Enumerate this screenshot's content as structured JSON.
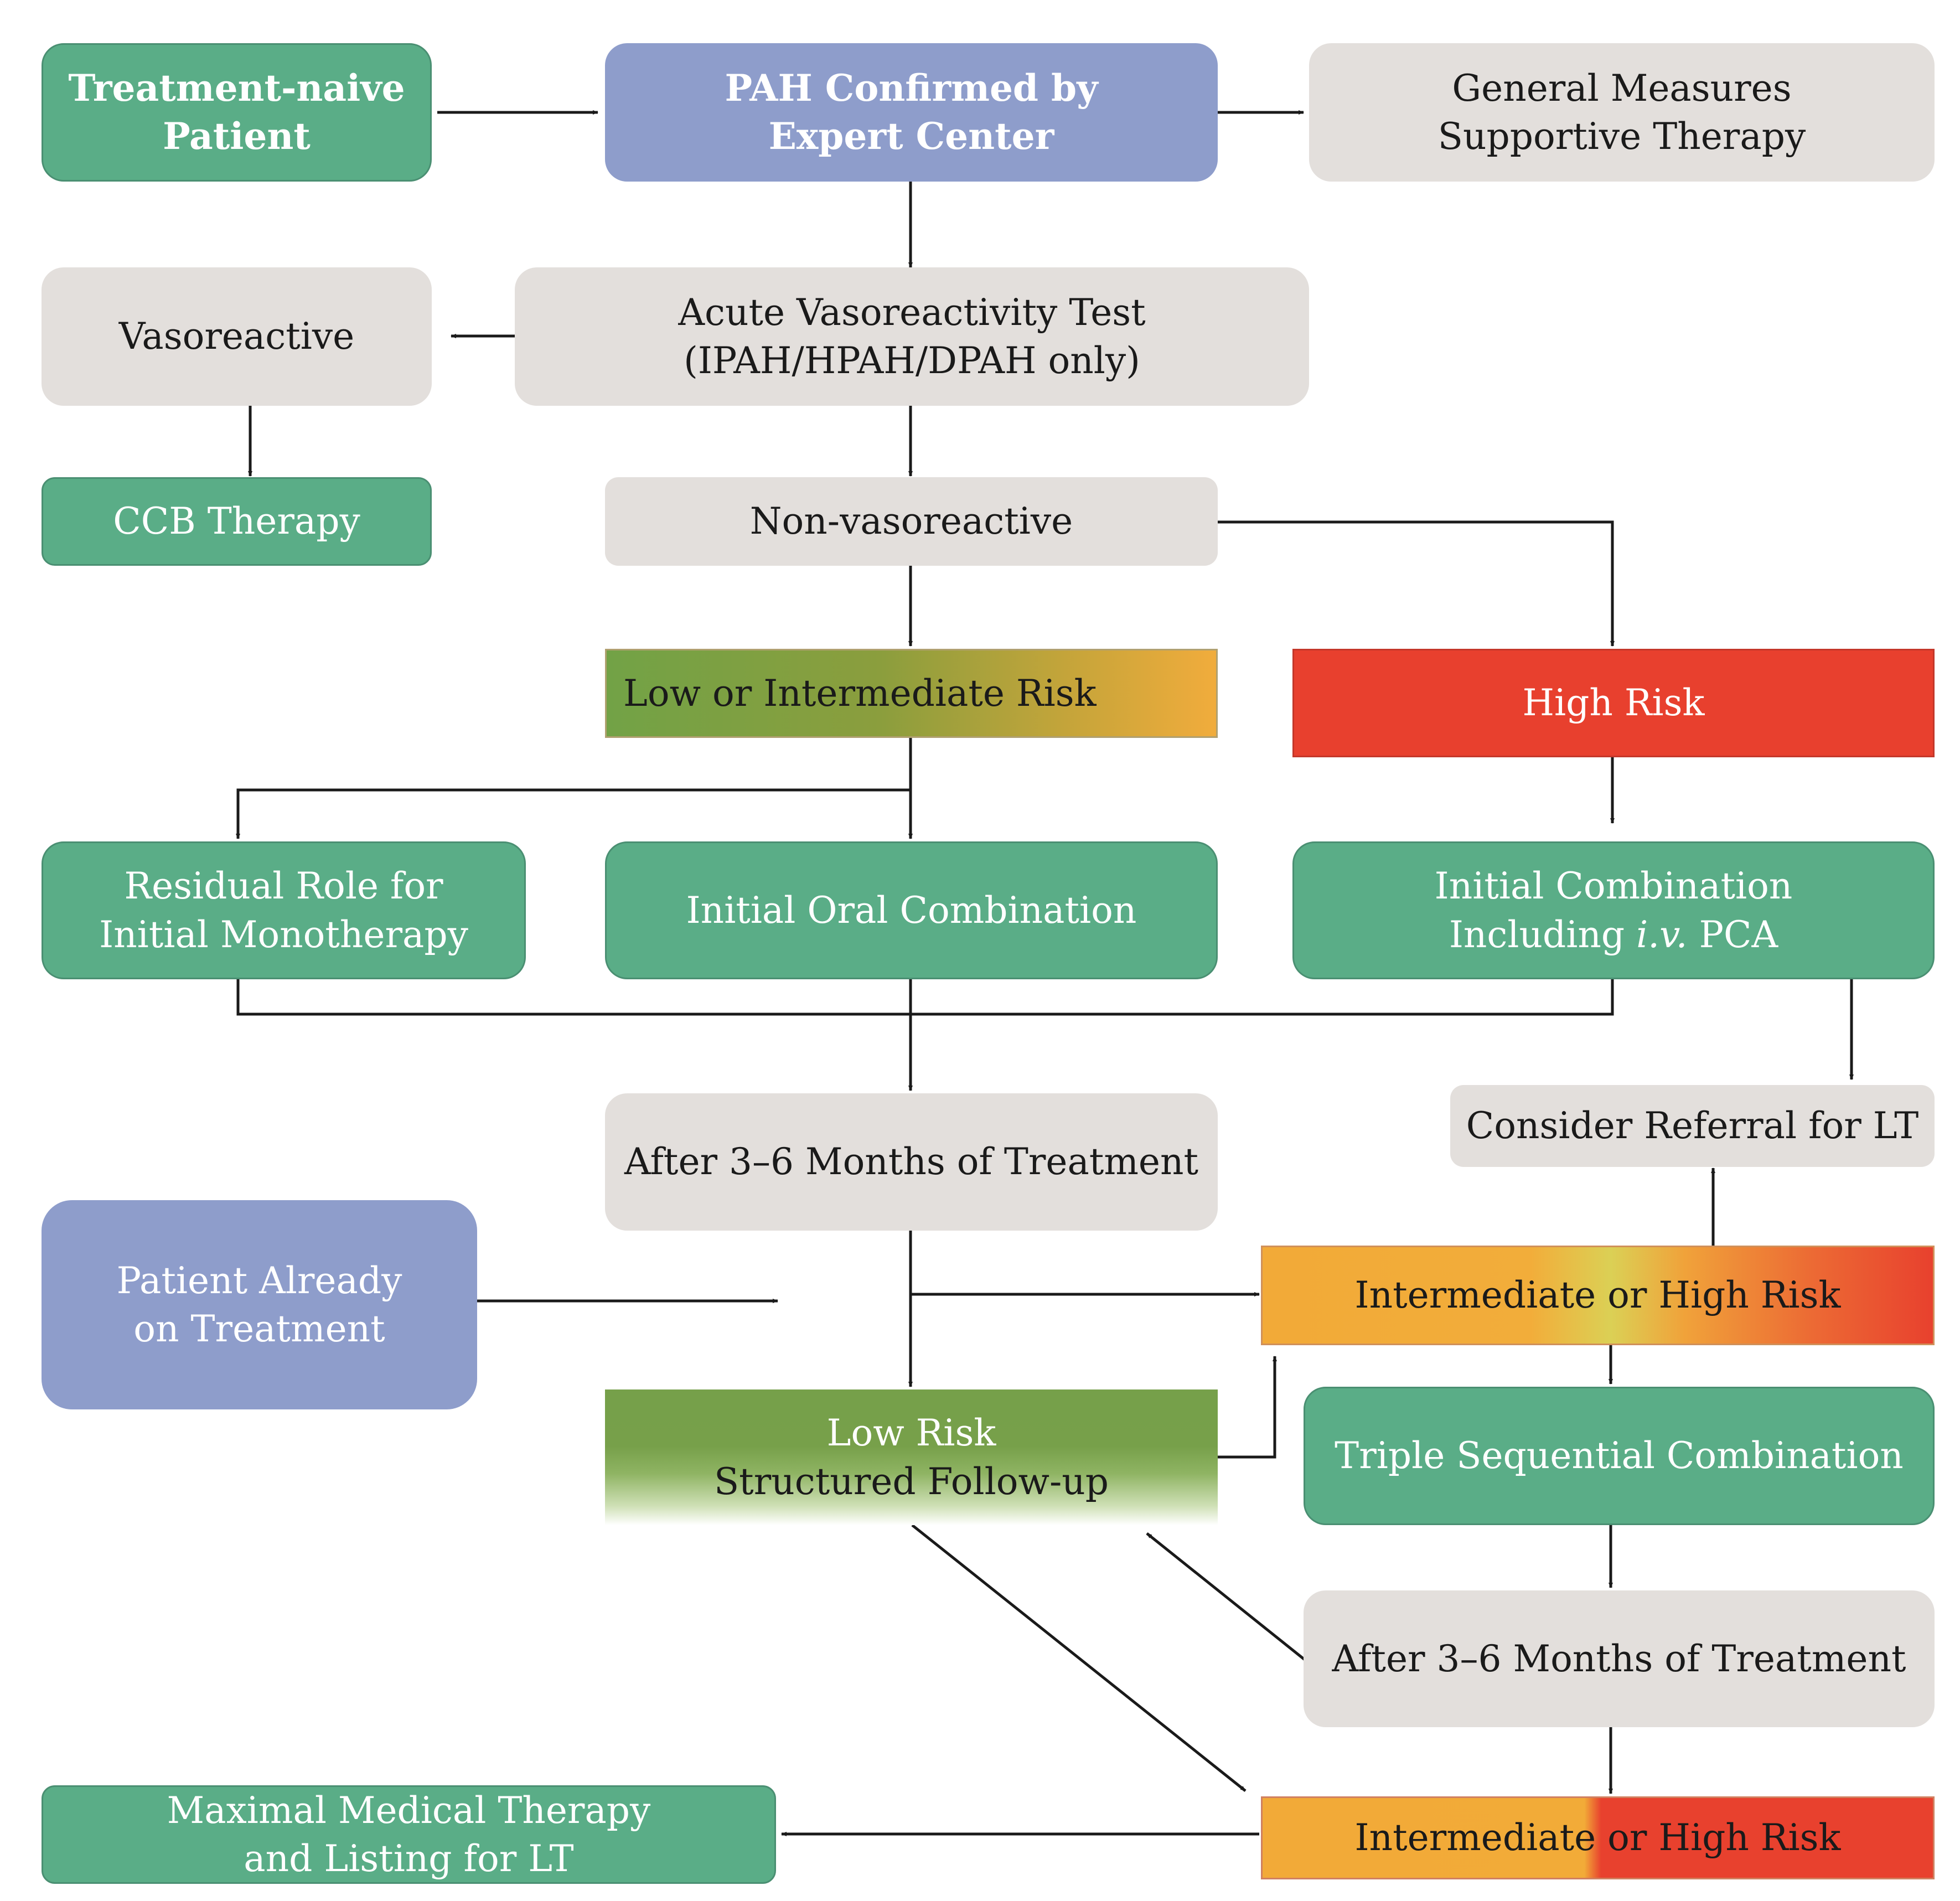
{
  "nodes": {
    "treatment_naive": [
      "Treatment-naive",
      "Patient"
    ],
    "pah_confirmed": [
      "PAH Confirmed by",
      "Expert Center"
    ],
    "general_measures": [
      "General Measures",
      "Supportive Therapy"
    ],
    "vasoreactive": [
      "Vasoreactive"
    ],
    "acute_test": [
      "Acute Vasoreactivity Test",
      "(IPAH/HPAH/DPAH only)"
    ],
    "ccb_therapy": [
      "CCB Therapy"
    ],
    "non_vasoreactive": [
      "Non-vasoreactive"
    ],
    "low_intermediate_risk": [
      "Low or Intermediate Risk"
    ],
    "high_risk": [
      "High Risk"
    ],
    "residual_role": [
      "Residual Role for",
      "Initial Monotherapy"
    ],
    "initial_oral": [
      "Initial Oral Combination"
    ],
    "initial_combination": {
      "line1": "Initial Combination",
      "line2_pre": "Including ",
      "line2_italic": "i.v.",
      "line2_post": " PCA"
    },
    "after_months_1": [
      "After 3–6 Months of Treatment"
    ],
    "consider_referral": [
      "Consider Referral for LT"
    ],
    "patient_already": [
      "Patient Already",
      "on Treatment"
    ],
    "intermediate_high_1": [
      "Intermediate or High Risk"
    ],
    "low_risk_followup": [
      "Low Risk",
      "Structured Follow-up"
    ],
    "triple_sequential": [
      "Triple Sequential Combination"
    ],
    "after_months_2": [
      "After 3–6 Months of Treatment"
    ],
    "maximal_therapy": [
      "Maximal Medical Therapy",
      "and Listing for LT"
    ],
    "intermediate_high_2": [
      "Intermediate or High Risk"
    ]
  },
  "colors": {
    "therapy_green": "#5aad87",
    "patient_blue": "#8e9dcb",
    "neutral_gray": "#e3dfdc",
    "high_risk_red": "#e8402e",
    "intermediate_orange": "#f2aa38",
    "low_risk_green": "#76a04a",
    "arrow": "#1a1a1a"
  }
}
